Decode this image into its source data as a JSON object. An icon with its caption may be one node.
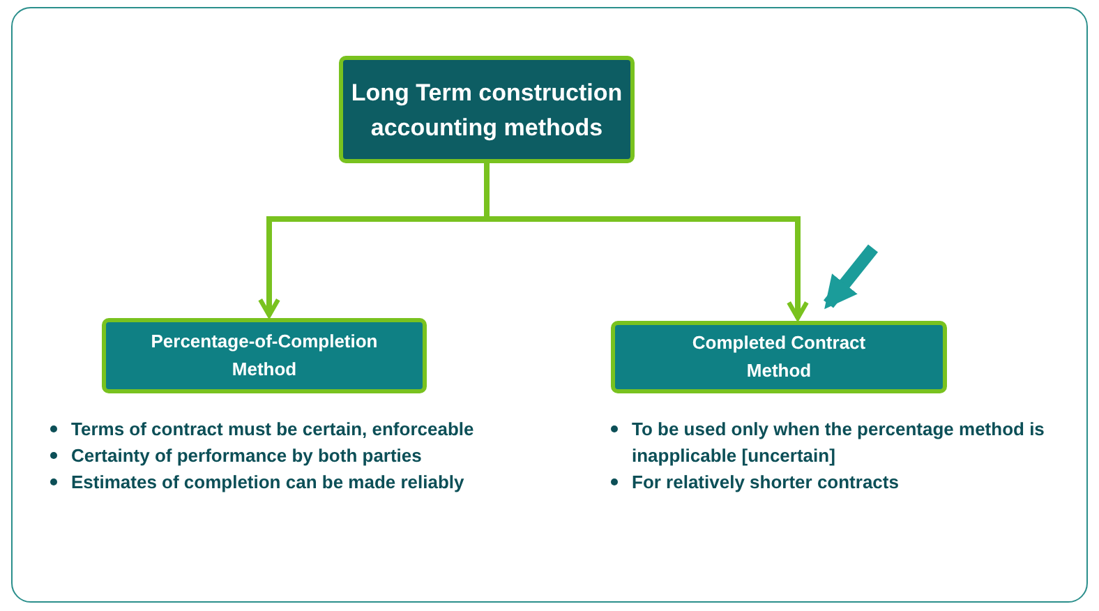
{
  "diagram": {
    "nodes": [
      {
        "text": [
          "Long Term construction accounting methods"
        ]
      },
      {
        "text": [
          "Percentage-of-Completion Method"
        ],
        "beside": [
          "Terms of contract must be certain, enforceable",
          "Certainty of performance by both parties",
          "Estimates of completion can be made reliably"
        ]
      },
      {
        "text": [
          "Completed Contract Method"
        ],
        "beside": [
          "To be used only when the percentage method is inapplicable [uncertain]",
          "For relatively shorter contracts"
        ]
      }
    ],
    "edges": [
      {
        "from": 0,
        "to": 1,
        "arrow": "to"
      },
      {
        "from": 0,
        "to": 2,
        "arrow": "to"
      },
      {
        "from": null,
        "to": 2,
        "arrow": "to",
        "style": "thick",
        "color": "#1b9c9a"
      }
    ]
  }
}
